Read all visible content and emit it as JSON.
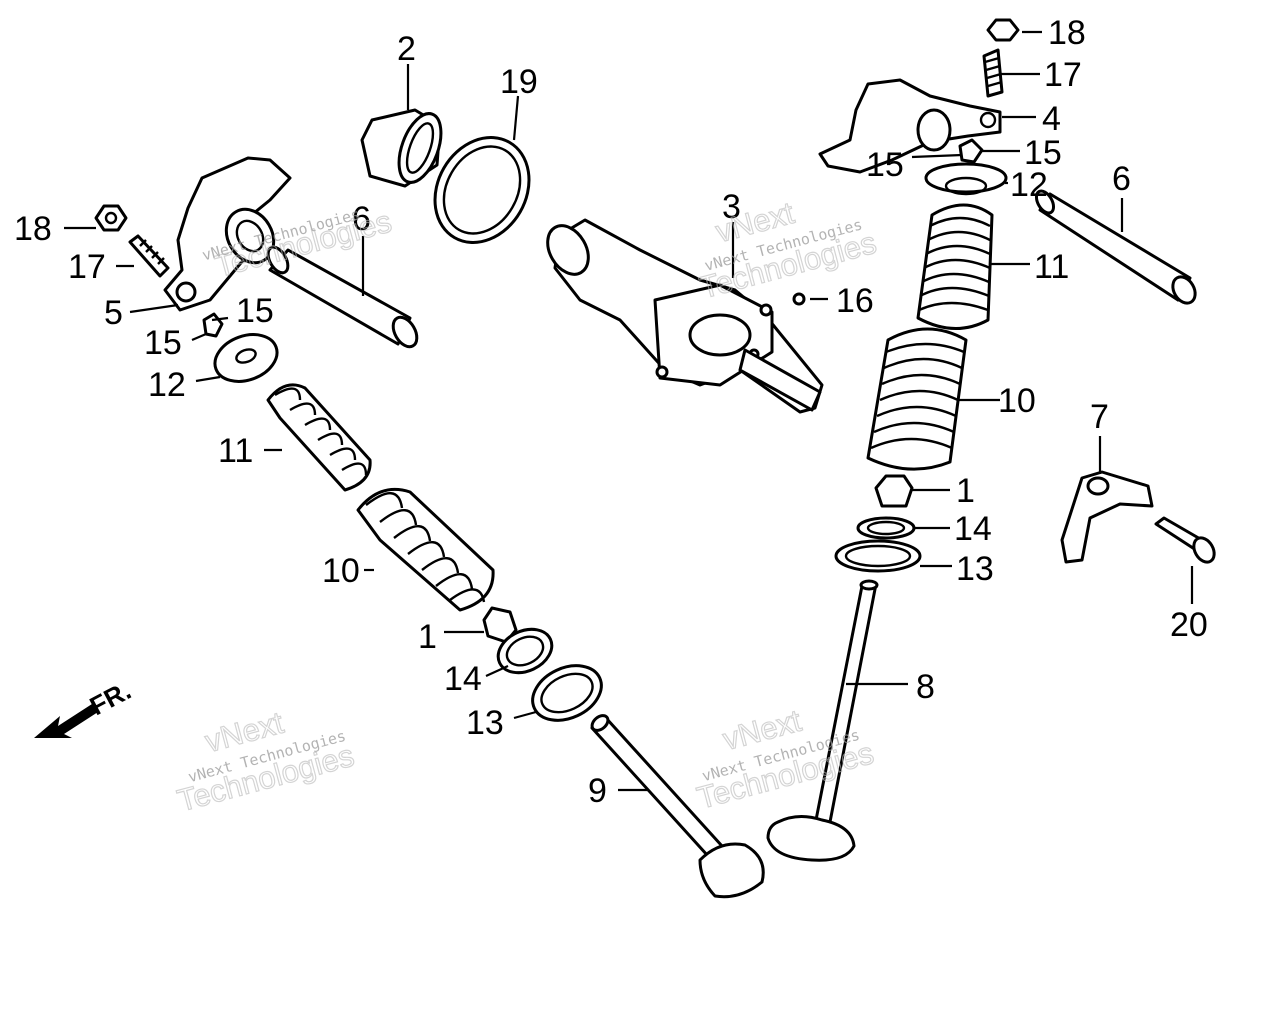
{
  "diagram": {
    "labels": {
      "c2": "2",
      "c19": "19",
      "c3": "3",
      "c16": "16",
      "c18l": "18",
      "c17l": "17",
      "c5": "5",
      "c15la": "15",
      "c15lb": "15",
      "c12l": "12",
      "c6l": "6",
      "c11l": "11",
      "c10l": "10",
      "c1l": "1",
      "c14l": "14",
      "c13l": "13",
      "c9": "9",
      "c18r": "18",
      "c17r": "17",
      "c4": "4",
      "c15ra": "15",
      "c15rb": "15",
      "c12r": "12",
      "c6r": "6",
      "c11r": "11",
      "c10r": "10",
      "c1r": "1",
      "c14r": "14",
      "c13r": "13",
      "c8": "8",
      "c7": "7",
      "c20": "20"
    },
    "direction": "FR.",
    "watermark": {
      "line1": "vNext Technologies",
      "line2": "Technologies",
      "line3": "vNext"
    }
  }
}
